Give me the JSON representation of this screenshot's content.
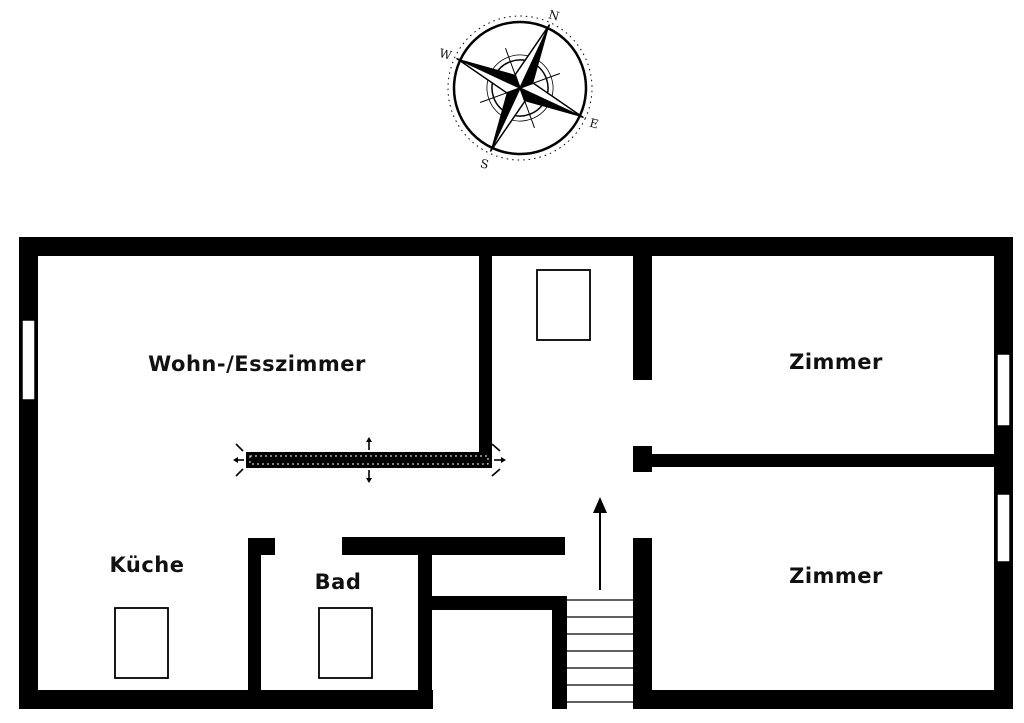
{
  "compass": {
    "icon": "compass-rose-icon",
    "north": "N",
    "east": "E",
    "south": "S",
    "west": "W"
  },
  "rooms": {
    "living_dining": "Wohn-/Esszimmer",
    "kitchen": "Küche",
    "bath": "Bad",
    "room_right_top": "Zimmer",
    "room_right_bottom": "Zimmer"
  },
  "colors": {
    "wall": "#000000",
    "background": "#ffffff"
  }
}
